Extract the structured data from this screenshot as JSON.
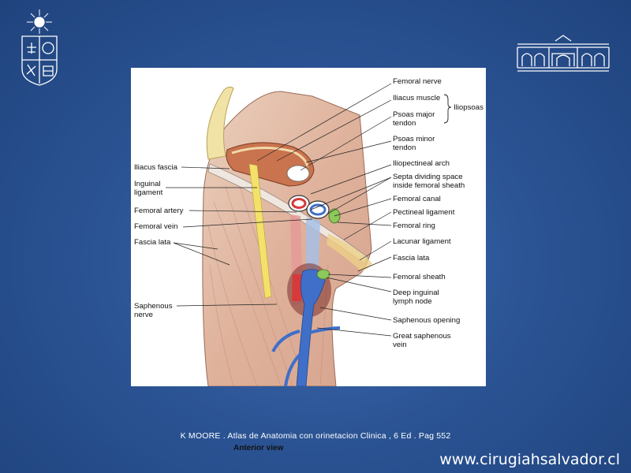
{
  "figure": {
    "left_labels": [
      {
        "id": "iliacus-fascia",
        "lines": [
          "Iliacus fascia"
        ]
      },
      {
        "id": "inguinal-ligament",
        "lines": [
          "Inguinal",
          "ligament"
        ]
      },
      {
        "id": "femoral-artery",
        "lines": [
          "Femoral artery"
        ]
      },
      {
        "id": "femoral-vein",
        "lines": [
          "Femoral vein"
        ]
      },
      {
        "id": "fascia-lata-left",
        "lines": [
          "Fascia lata"
        ]
      },
      {
        "id": "saphenous-nerve",
        "lines": [
          "Saphenous",
          "nerve"
        ]
      }
    ],
    "right_labels": [
      {
        "id": "femoral-nerve",
        "lines": [
          "Femoral nerve"
        ]
      },
      {
        "id": "iliacus-muscle",
        "lines": [
          "Iliacus muscle"
        ]
      },
      {
        "id": "psoas-major-tendon",
        "lines": [
          "Psoas major",
          "tendon"
        ]
      },
      {
        "id": "psoas-minor-tendon",
        "lines": [
          "Psoas minor",
          "tendon"
        ]
      },
      {
        "id": "iliopectineal-arch",
        "lines": [
          "Iliopectineal arch"
        ]
      },
      {
        "id": "septa",
        "lines": [
          "Septa dividing space",
          "inside femoral sheath"
        ]
      },
      {
        "id": "femoral-canal",
        "lines": [
          "Femoral canal"
        ]
      },
      {
        "id": "pectineal-ligament",
        "lines": [
          "Pectineal ligament"
        ]
      },
      {
        "id": "femoral-ring",
        "lines": [
          "Femoral ring"
        ]
      },
      {
        "id": "lacunar-ligament",
        "lines": [
          "Lacunar ligament"
        ]
      },
      {
        "id": "fascia-lata-right",
        "lines": [
          "Fascia lata"
        ]
      },
      {
        "id": "femoral-sheath",
        "lines": [
          "Femoral sheath"
        ]
      },
      {
        "id": "deep-inguinal-lymph-node",
        "lines": [
          "Deep inguinal",
          "lymph node"
        ]
      },
      {
        "id": "saphenous-opening",
        "lines": [
          "Saphenous opening"
        ]
      },
      {
        "id": "great-saphenous-vein",
        "lines": [
          "Great saphenous",
          "vein"
        ]
      }
    ],
    "group_label": "Iliopsoas",
    "caption": "Anterior view"
  },
  "citation": "K MOORE  . Atlas de Anatomia con orinetacion Clinica  , 6 Ed . Pag 552",
  "website": "www.cirugiahsalvador.cl",
  "colors": {
    "background": "#2c5596",
    "muscle": "#e3b6a4",
    "artery": "#d63a3a",
    "vein": "#3f6fc9",
    "nerve": "#f3e16a",
    "lymph": "#8cc85a"
  }
}
